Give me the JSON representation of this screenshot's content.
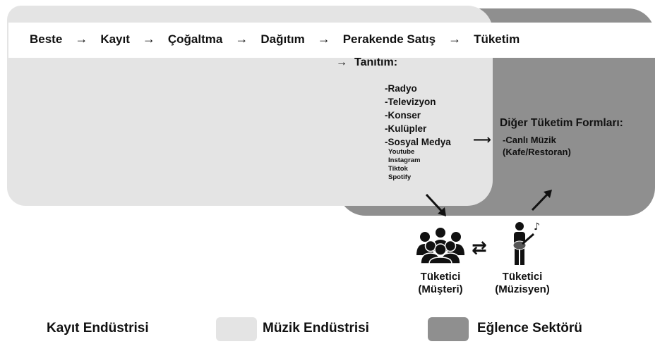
{
  "chain": {
    "steps": [
      "Beste",
      "Kayıt",
      "Çoğaltma",
      "Dağıtım",
      "Perakende Satış",
      "Tüketim"
    ],
    "arrow": "→"
  },
  "promotion": {
    "arrow": "→",
    "title": "Tanıtım:",
    "channels": [
      "-Radyo",
      "-Televizyon",
      "-Konser",
      "-Kulüpler",
      "-Sosyal Medya"
    ],
    "platforms": [
      "Youtube",
      "Instagram",
      "Tiktok",
      "Spotify"
    ]
  },
  "other_forms": {
    "arrow": "⟶",
    "title": "Diğer Tüketim Formları:",
    "items": [
      "-Canlı Müzik",
      "(Kafe/Restoran)"
    ]
  },
  "consumers": {
    "customer": {
      "line1": "Tüketici",
      "line2": "(Müşteri)",
      "icon": "group-of-people-icon"
    },
    "musician": {
      "line1": "Tüketici",
      "line2": "(Müzisyen)",
      "icon": "guitarist-icon"
    },
    "exchange_arrows": "⇄"
  },
  "legend": [
    {
      "label": "Kayıt Endüstrisi",
      "color": "#ffffff"
    },
    {
      "label": "Müzik Endüstrisi",
      "color": "#e4e4e4"
    },
    {
      "label": "Eğlence Sektörü",
      "color": "#8f8f8f"
    }
  ]
}
